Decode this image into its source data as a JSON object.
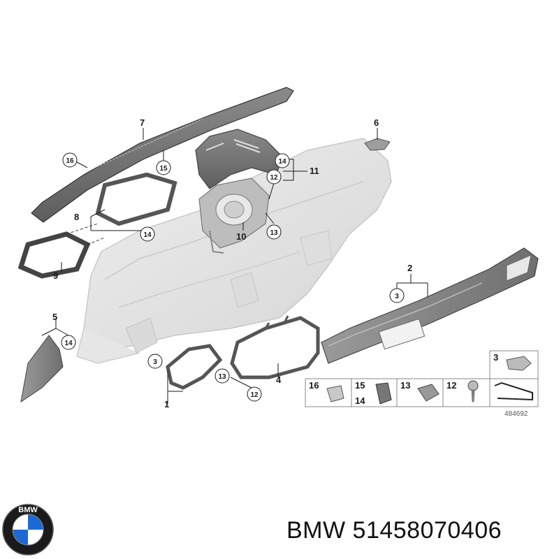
{
  "diagram": {
    "callouts": {
      "c1": "1",
      "c2": "2",
      "c3a": "3",
      "c3b": "3",
      "c4": "4",
      "c5": "5",
      "c6": "6",
      "c7": "7",
      "c8": "8",
      "c9": "9",
      "c10": "10",
      "c11": "11",
      "c12a": "12",
      "c12b": "12",
      "c13a": "13",
      "c13b": "13",
      "c14a": "14",
      "c14b": "14",
      "c14c": "14",
      "c15": "15",
      "c16": "16"
    },
    "legend": {
      "l3": "3",
      "l16": "16",
      "l15": "15",
      "l14": "14",
      "l13": "13",
      "l12": "12"
    },
    "part_code": "484692"
  },
  "logo": {
    "letters": "BMW"
  },
  "caption": {
    "text": "BMW 51458070406"
  },
  "colors": {
    "line": "#1a1a1a",
    "part_dark": "#6e6e6e",
    "part_light": "#e2e2e2",
    "bmw_blue": "#1c69d4"
  }
}
